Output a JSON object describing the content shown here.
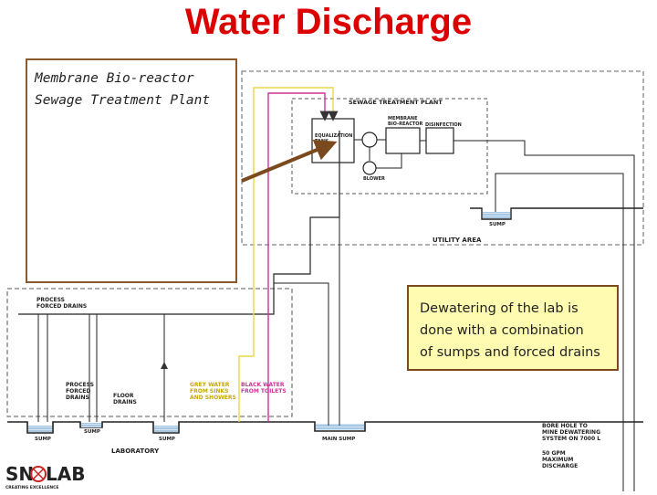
{
  "title": "Water Discharge",
  "callouts": {
    "mbr": [
      "Membrane Bio-reactor",
      "Sewage Treatment Plant"
    ],
    "dewatering": [
      "Dewatering of the lab is",
      "done with a combination",
      "of sumps and forced drains"
    ]
  },
  "labels": {
    "sewage_treatment_plant": "SEWAGE TREATMENT PLANT",
    "membrane_bioreactor": [
      "MEMBRANE",
      "BIO-REACTOR"
    ],
    "disinfection": "DISINFECTION",
    "equalization_tank": [
      "EQUALIZATION",
      "TANK"
    ],
    "blower": "BLOWER",
    "utility_area": "UTILITY AREA",
    "sump": "SUMP",
    "process_forced_drains_top": [
      "PROCESS",
      "FORCED DRAINS"
    ],
    "process_forced_drains": [
      "PROCESS",
      "FORCED",
      "DRAINS"
    ],
    "floor_drains": [
      "FLOOR",
      "DRAINS"
    ],
    "grey_water": [
      "GREY WATER",
      "FROM SINKS",
      "AND SHOWERS"
    ],
    "black_water": [
      "BLACK WATER",
      "FROM TOILETS"
    ],
    "laboratory": "LABORATORY",
    "main_sump": "MAIN SUMP",
    "bore_hole": [
      "BORE HOLE TO",
      "MINE DEWATERING",
      "SYSTEM ON 7000 L"
    ],
    "discharge": [
      "50 GPM",
      "MAXIMUM",
      "DISCHARGE"
    ]
  },
  "logo": {
    "text": "SNOLAB",
    "tagline": "CREATING EXCELLENCE"
  },
  "colors": {
    "title": "#dd0000",
    "grey_water": "#e8d84a",
    "black_water": "#cc3399",
    "arrow": "#7a4a1e",
    "callout_fill": "#fffbb0"
  }
}
